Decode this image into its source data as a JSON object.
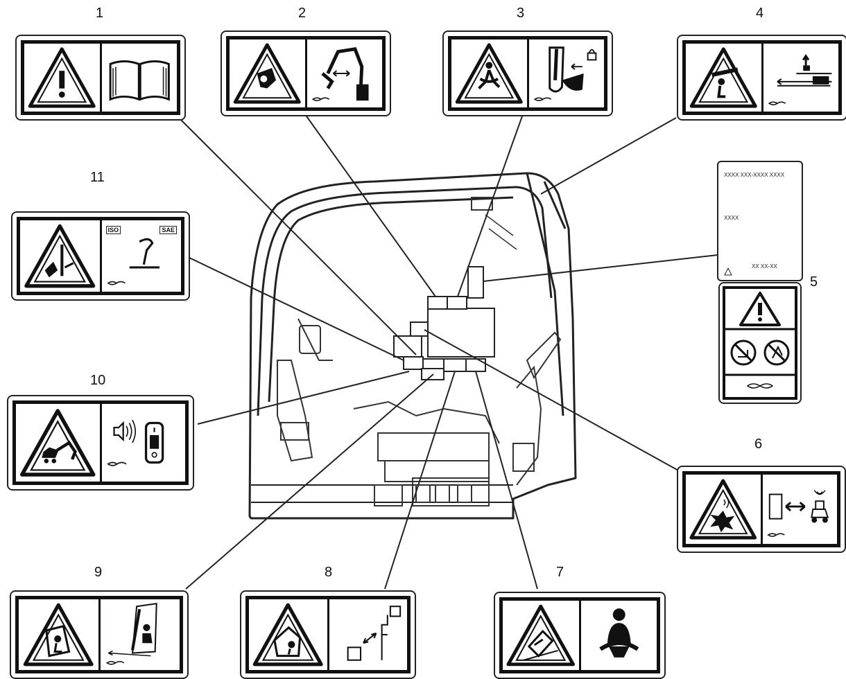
{
  "decals": [
    {
      "number": "1",
      "icon": "warning-read-manual-decal"
    },
    {
      "number": "2",
      "icon": "arm-crush-hazard-decal"
    },
    {
      "number": "3",
      "icon": "window-lock-decal"
    },
    {
      "number": "4",
      "icon": "falling-window-hazard-decal"
    },
    {
      "number": "5",
      "icon": "no-step-decal"
    },
    {
      "number": "6",
      "icon": "electrical-hazard-distance-decal"
    },
    {
      "number": "7",
      "icon": "seat-belt-decal"
    },
    {
      "number": "8",
      "icon": "fall-hazard-distance-decal"
    },
    {
      "number": "9",
      "icon": "cab-crush-hazard-decal"
    },
    {
      "number": "10",
      "icon": "travel-alarm-decal"
    },
    {
      "number": "11",
      "icon": "control-pattern-decal"
    }
  ],
  "decal11": {
    "badge_left": "ISO",
    "badge_right": "SAE"
  },
  "decal5": {
    "header": "XXXX XXX-XXXX XXXX",
    "mid": "XXXX",
    "footer": "XX XX-XX"
  }
}
